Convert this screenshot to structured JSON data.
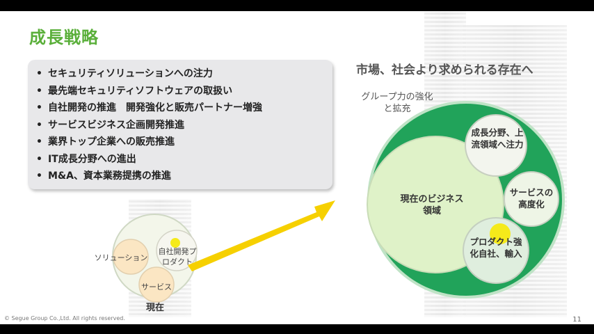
{
  "title": "成長戦略",
  "bullets": [
    "セキュリティソリューションへの注力",
    "最先端セキュリティソフトウェアの取扱い",
    "自社開発の推進　開発強化と販売パートナー増強",
    "サービスビジネス企画開発推進",
    "業界トップ企業への販売推進",
    "IT成長分野への進出",
    "M&A、資本業務提携の推進"
  ],
  "market_heading": "市場、社会より求められる存在へ",
  "group_label": "グループ力の強化と拡充",
  "future": {
    "current": "現在のビジネス領域",
    "growth": "成長分野、上流領域へ注力",
    "service": "サービスの高度化",
    "product": "プロダクト強化自社、輸入"
  },
  "present": {
    "solution": "ソリューション",
    "inhouse": "自社開発プロダクト",
    "service": "サービス",
    "label": "現在"
  },
  "footer": {
    "copyright": "© Segue Group Co.,Ltd. All rights reserved.",
    "page": "11"
  },
  "colors": {
    "title_green": "#5aaf3a",
    "outer_green": "#21a35a",
    "light_green": "#dff2c8",
    "arrow_yellow": "#f6d000",
    "dot_yellow": "#f5ea1a"
  }
}
